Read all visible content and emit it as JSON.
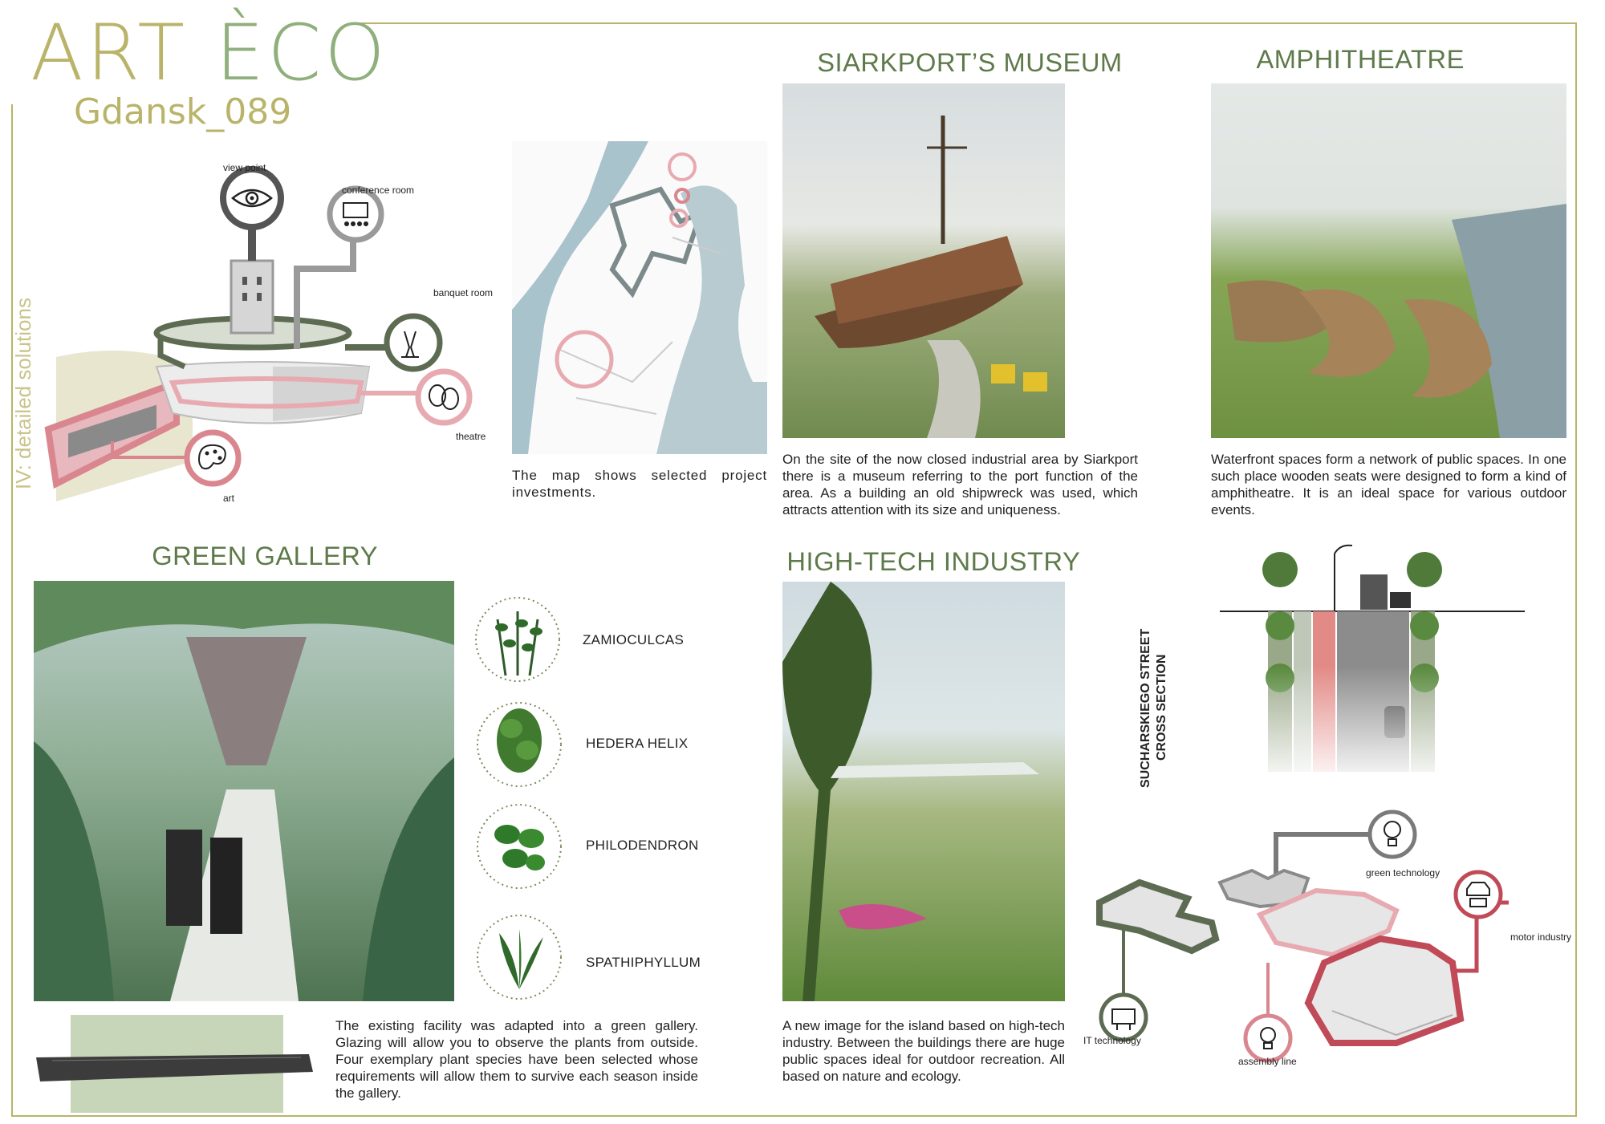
{
  "brand": {
    "title_art": "ART",
    "title_eco": "ÈCO",
    "subtitle": "Gdansk_089",
    "side_label": "IV: detailed solutions"
  },
  "diagram": {
    "labels": {
      "view_point": "view point",
      "conference_room": "conference room",
      "banquet_room": "banquet room",
      "theatre": "theatre",
      "art": "art"
    }
  },
  "map": {
    "caption": "The map shows selected project investments."
  },
  "museum": {
    "title": "SIARKPORT’S MUSEUM",
    "text": "On the site of the now closed industrial area by Siarkport there is a museum referring to the port function of the area. As a building an old shipwreck was used, which attracts attention with its size and uniqueness."
  },
  "amphitheatre": {
    "title": "AMPHITHEATRE",
    "text": "Waterfront spaces form a network of public spaces. In one such place wooden seats were designed to form a kind of amphitheatre. It is an ideal space for various outdoor events."
  },
  "green_gallery": {
    "title": "GREEN GALLERY",
    "plants": [
      "ZAMIOCULCAS",
      "HEDERA HELIX",
      "PHILODENDRON",
      "SPATHIPHYLLUM"
    ],
    "text": "The existing facility was adapted into a green gallery. Glazing will allow you to observe the plants from outside. Four exemplary plant species have been selected whose requirements will allow them to survive each season inside the gallery."
  },
  "hightech": {
    "title": "HIGH-TECH INDUSTRY",
    "text": "A new image for the island based on high-tech industry. Between the buildings there are huge public spaces ideal for outdoor recreation. All based on nature and ecology."
  },
  "street": {
    "title_line1": "SUCHARSKIEGO STREET",
    "title_line2": "CROSS SECTION"
  },
  "industry": {
    "labels": {
      "green_technology": "green technology",
      "motor_industry": "motor industry",
      "it_technology": "IT technology",
      "assembly_line": "assembly line"
    }
  },
  "colors": {
    "olive": "#b9b46a",
    "title_green": "#5e7a4a",
    "dark_green": "#5d6b52",
    "pink": "#d9868f",
    "crimson": "#c04a57",
    "grey": "#6b6b6b"
  }
}
